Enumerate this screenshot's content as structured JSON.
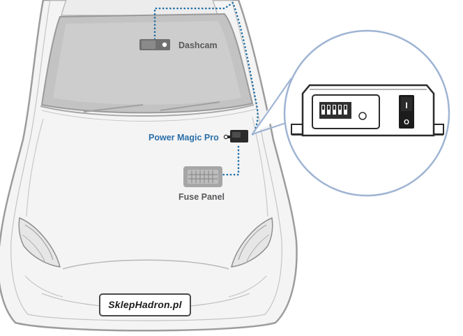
{
  "labels": {
    "dashcam": "Dashcam",
    "power_magic_pro": "Power Magic Pro",
    "fuse_panel": "Fuse Panel"
  },
  "license_plate": {
    "text": "SklepHadron.pl"
  },
  "switch": {
    "on_symbol": "I",
    "off_symbol": "O"
  },
  "colors": {
    "wire": "#1f6ea6",
    "label_accent": "#2a6fa8",
    "zoom_circle": "#9fb4d3",
    "car_outline": "#9c9c9c",
    "windshield": "#bdbdbd"
  },
  "icons": {
    "dashcam": "dashcam-icon",
    "device": "power-magic-pro-icon",
    "fuse": "fuse-panel-icon"
  }
}
